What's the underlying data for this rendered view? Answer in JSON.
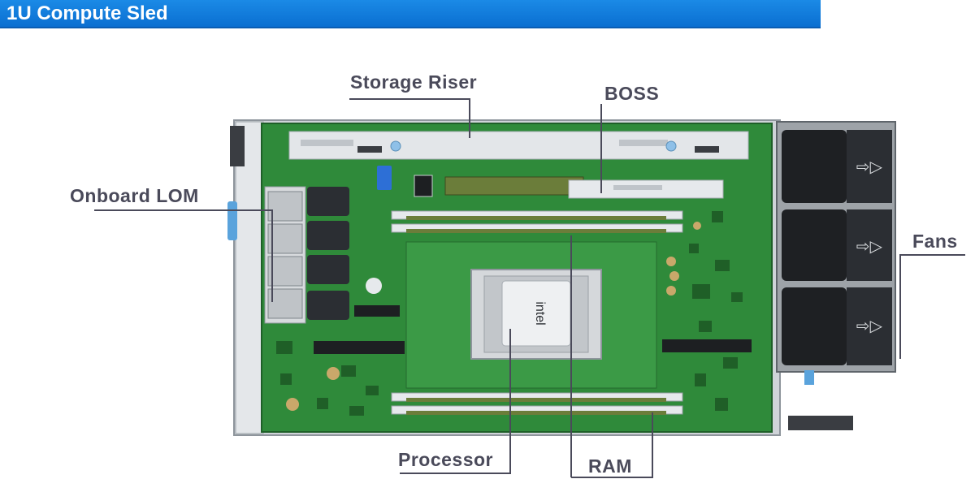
{
  "header": {
    "title": "1U Compute Sled"
  },
  "callouts": {
    "storage_riser": "Storage Riser",
    "boss": "BOSS",
    "onboard_lom": "Onboard LOM",
    "fans": "Fans",
    "processor": "Processor",
    "ram": "RAM"
  },
  "board": {
    "cpu_brand": "intel"
  },
  "colors": {
    "header_blue": "#0a6fd1",
    "pcb_green": "#2f8a3a",
    "callout_text": "#4a4a5a",
    "leader_line": "#4a4a5a"
  }
}
